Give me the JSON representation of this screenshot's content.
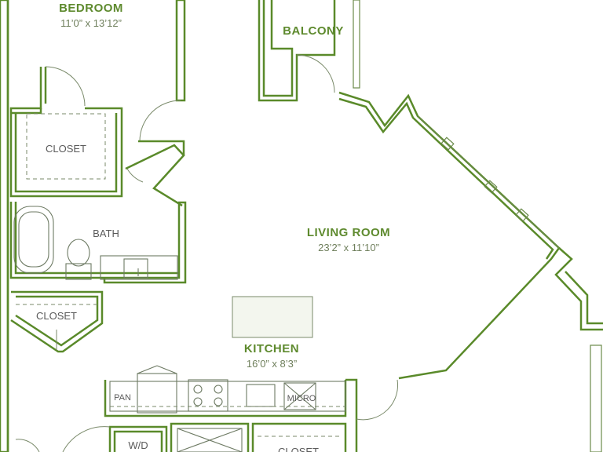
{
  "rooms": {
    "bedroom": {
      "name": "BEDROOM",
      "dims": "11’0” x 13’12”"
    },
    "balcony": {
      "name": "BALCONY"
    },
    "closet_bedroom": {
      "name": "CLOSET"
    },
    "bath": {
      "name": "BATH"
    },
    "living": {
      "name": "LIVING ROOM",
      "dims": "23’2” x 11’10”"
    },
    "closet_hall": {
      "name": "CLOSET"
    },
    "kitchen": {
      "name": "KITCHEN",
      "dims": "16’0” x 8’3”"
    },
    "pantry": {
      "name": "PAN"
    },
    "micro": {
      "name": "MICRO"
    },
    "wd": {
      "name": "W/D"
    },
    "closet_bottom": {
      "name": "CLOSET"
    }
  },
  "colors": {
    "wall": "#5a8a2a",
    "label": "#5e8a2e",
    "dims": "#6f7f5c"
  }
}
